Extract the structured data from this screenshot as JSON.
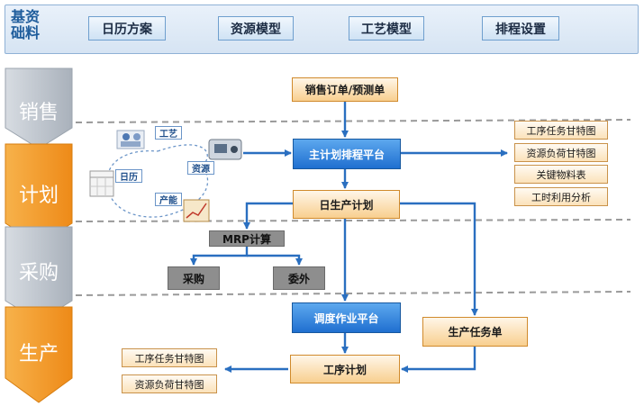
{
  "top_bar": {
    "title_line1": "基资",
    "title_line2": "础料",
    "buttons": [
      "日历方案",
      "资源模型",
      "工艺模型",
      "排程设置"
    ]
  },
  "stages": [
    "销售",
    "计划",
    "采购",
    "生产"
  ],
  "nodes": {
    "sales_order": "销售订单/预测单",
    "master_scheduling": "主计划排程平台",
    "daily_plan": "日生产计划",
    "mrp": "MRP计算",
    "purchase": "采购",
    "outsource": "委外",
    "dispatch_platform": "调度作业平台",
    "production_task": "生产任务单",
    "process_plan": "工序计划"
  },
  "cycle_labels": {
    "process": "工艺",
    "resource": "资源",
    "calendar": "日历",
    "capacity": "产能"
  },
  "right_reports": [
    "工序任务甘特图",
    "资源负荷甘特图",
    "关键物料表",
    "工时利用分析"
  ],
  "bottom_reports": [
    "工序任务甘特图",
    "资源负荷甘特图"
  ],
  "colors": {
    "orange_stage": "#f39c2c",
    "gray_stage": "#b8bfc8",
    "blue_node": "#2b7fd8",
    "orange_node": "#f8cf8f",
    "arrow": "#2a6fc0"
  }
}
